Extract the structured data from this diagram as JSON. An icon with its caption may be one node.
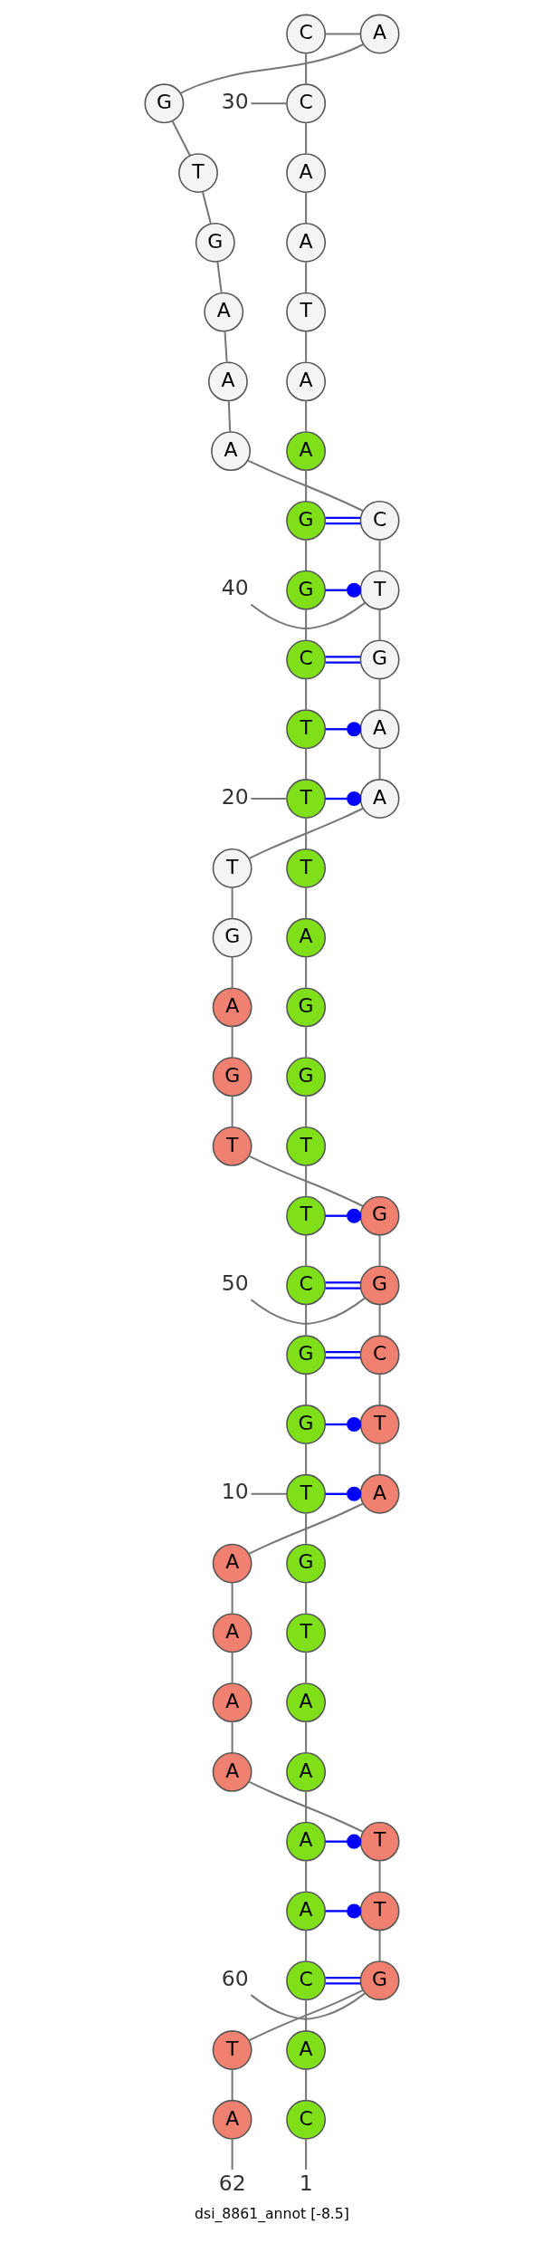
{
  "diagram": {
    "caption": "dsi_8861_annot [-8.5]",
    "nodes": [
      {
        "text": [
          "C"
        ]
      },
      {
        "text": [
          "A"
        ]
      },
      {
        "text": [
          "C"
        ]
      },
      {
        "text": [
          "A"
        ]
      },
      {
        "text": [
          "A"
        ]
      },
      {
        "text": [
          "A"
        ]
      },
      {
        "text": [
          "A"
        ]
      },
      {
        "text": [
          "T"
        ]
      },
      {
        "text": [
          "G"
        ]
      },
      {
        "text": [
          "T"
        ]
      },
      {
        "text": [
          "G"
        ]
      },
      {
        "text": [
          "G"
        ]
      },
      {
        "text": [
          "C"
        ]
      },
      {
        "text": [
          "T"
        ]
      },
      {
        "text": [
          "T"
        ]
      },
      {
        "text": [
          "G"
        ]
      },
      {
        "text": [
          "G"
        ]
      },
      {
        "text": [
          "A"
        ]
      },
      {
        "text": [
          "T"
        ]
      },
      {
        "text": [
          "T"
        ]
      },
      {
        "text": [
          "T"
        ]
      },
      {
        "text": [
          "C"
        ]
      },
      {
        "text": [
          "G"
        ]
      },
      {
        "text": [
          "G"
        ]
      },
      {
        "text": [
          "A"
        ]
      },
      {
        "text": [
          "A"
        ]
      },
      {
        "text": [
          "T"
        ]
      },
      {
        "text": [
          "A"
        ]
      },
      {
        "text": [
          "A"
        ]
      },
      {
        "text": [
          "C"
        ]
      },
      {
        "text": [
          "C"
        ]
      },
      {
        "text": [
          "A"
        ]
      },
      {
        "text": [
          "G"
        ]
      },
      {
        "text": [
          "T"
        ]
      },
      {
        "text": [
          "G"
        ]
      },
      {
        "text": [
          "A"
        ]
      },
      {
        "text": [
          "A"
        ]
      },
      {
        "text": [
          "A"
        ]
      },
      {
        "text": [
          "C"
        ]
      },
      {
        "text": [
          "T"
        ]
      },
      {
        "text": [
          "G"
        ]
      },
      {
        "text": [
          "A"
        ]
      },
      {
        "text": [
          "A"
        ]
      },
      {
        "text": [
          "T"
        ]
      },
      {
        "text": [
          "G"
        ]
      },
      {
        "text": [
          "A"
        ]
      },
      {
        "text": [
          "G"
        ]
      },
      {
        "text": [
          "T"
        ]
      },
      {
        "text": [
          "G"
        ]
      },
      {
        "text": [
          "G"
        ]
      },
      {
        "text": [
          "C"
        ]
      },
      {
        "text": [
          "T"
        ]
      },
      {
        "text": [
          "A"
        ]
      },
      {
        "text": [
          "A"
        ]
      },
      {
        "text": [
          "A"
        ]
      },
      {
        "text": [
          "A"
        ]
      },
      {
        "text": [
          "A"
        ]
      },
      {
        "text": [
          "T"
        ]
      },
      {
        "text": [
          "T"
        ]
      },
      {
        "text": [
          "G"
        ]
      },
      {
        "text": [
          "T"
        ]
      },
      {
        "text": [
          "A"
        ]
      },
      {
        "text": [
          "1"
        ]
      },
      {
        "text": [
          "10"
        ]
      },
      {
        "text": [
          "20"
        ]
      },
      {
        "text": [
          "30"
        ]
      },
      {
        "text": [
          "40"
        ]
      },
      {
        "text": [
          "50"
        ]
      },
      {
        "text": [
          "60"
        ]
      },
      {
        "text": [
          "62"
        ]
      }
    ],
    "edges": [
      {
        "from": 0,
        "to": 1,
        "arrow": "none"
      },
      {
        "from": 1,
        "to": 2,
        "arrow": "none"
      },
      {
        "from": 2,
        "to": 3,
        "arrow": "none"
      },
      {
        "from": 3,
        "to": 4,
        "arrow": "none"
      },
      {
        "from": 4,
        "to": 5,
        "arrow": "none"
      },
      {
        "from": 5,
        "to": 6,
        "arrow": "none"
      },
      {
        "from": 6,
        "to": 7,
        "arrow": "none"
      },
      {
        "from": 7,
        "to": 8,
        "arrow": "none"
      },
      {
        "from": 8,
        "to": 9,
        "arrow": "none"
      },
      {
        "from": 9,
        "to": 10,
        "arrow": "none"
      },
      {
        "from": 10,
        "to": 11,
        "arrow": "none"
      },
      {
        "from": 11,
        "to": 12,
        "arrow": "none"
      },
      {
        "from": 12,
        "to": 13,
        "arrow": "none"
      },
      {
        "from": 13,
        "to": 14,
        "arrow": "none"
      },
      {
        "from": 14,
        "to": 15,
        "arrow": "none"
      },
      {
        "from": 15,
        "to": 16,
        "arrow": "none"
      },
      {
        "from": 16,
        "to": 17,
        "arrow": "none"
      },
      {
        "from": 17,
        "to": 18,
        "arrow": "none"
      },
      {
        "from": 18,
        "to": 19,
        "arrow": "none"
      },
      {
        "from": 19,
        "to": 20,
        "arrow": "none"
      },
      {
        "from": 20,
        "to": 21,
        "arrow": "none"
      },
      {
        "from": 21,
        "to": 22,
        "arrow": "none"
      },
      {
        "from": 22,
        "to": 23,
        "arrow": "none"
      },
      {
        "from": 23,
        "to": 24,
        "arrow": "none"
      },
      {
        "from": 24,
        "to": 25,
        "arrow": "none"
      },
      {
        "from": 25,
        "to": 26,
        "arrow": "none"
      },
      {
        "from": 26,
        "to": 27,
        "arrow": "none"
      },
      {
        "from": 27,
        "to": 28,
        "arrow": "none"
      },
      {
        "from": 28,
        "to": 29,
        "arrow": "none"
      },
      {
        "from": 29,
        "to": 30,
        "arrow": "none"
      },
      {
        "from": 30,
        "to": 31,
        "arrow": "none"
      },
      {
        "from": 31,
        "to": 32,
        "arrow": "none"
      },
      {
        "from": 32,
        "to": 33,
        "arrow": "none"
      },
      {
        "from": 33,
        "to": 34,
        "arrow": "none"
      },
      {
        "from": 34,
        "to": 35,
        "arrow": "none"
      },
      {
        "from": 35,
        "to": 36,
        "arrow": "none"
      },
      {
        "from": 36,
        "to": 37,
        "arrow": "none"
      },
      {
        "from": 37,
        "to": 38,
        "arrow": "none"
      },
      {
        "from": 38,
        "to": 39,
        "arrow": "none"
      },
      {
        "from": 39,
        "to": 40,
        "arrow": "none"
      },
      {
        "from": 40,
        "to": 41,
        "arrow": "none"
      },
      {
        "from": 41,
        "to": 42,
        "arrow": "none"
      },
      {
        "from": 42,
        "to": 43,
        "arrow": "none"
      },
      {
        "from": 43,
        "to": 44,
        "arrow": "none"
      },
      {
        "from": 44,
        "to": 45,
        "arrow": "none"
      },
      {
        "from": 45,
        "to": 46,
        "arrow": "none"
      },
      {
        "from": 46,
        "to": 47,
        "arrow": "none"
      },
      {
        "from": 47,
        "to": 48,
        "arrow": "none"
      },
      {
        "from": 48,
        "to": 49,
        "arrow": "none"
      },
      {
        "from": 49,
        "to": 50,
        "arrow": "none"
      },
      {
        "from": 50,
        "to": 51,
        "arrow": "none"
      },
      {
        "from": 51,
        "to": 52,
        "arrow": "none"
      },
      {
        "from": 52,
        "to": 53,
        "arrow": "none"
      },
      {
        "from": 53,
        "to": 54,
        "arrow": "none"
      },
      {
        "from": 54,
        "to": 55,
        "arrow": "none"
      },
      {
        "from": 55,
        "to": 56,
        "arrow": "none"
      },
      {
        "from": 56,
        "to": 57,
        "arrow": "none"
      },
      {
        "from": 57,
        "to": 58,
        "arrow": "none"
      },
      {
        "from": 58,
        "to": 59,
        "arrow": "none"
      },
      {
        "from": 59,
        "to": 60,
        "arrow": "none"
      },
      {
        "from": 60,
        "to": 61,
        "arrow": "none"
      },
      {
        "from": 2,
        "to": 59,
        "arrow": "none",
        "color": "#0000ff"
      },
      {
        "from": 3,
        "to": 58,
        "arrow": "other",
        "color": "#0000ff"
      },
      {
        "from": 4,
        "to": 57,
        "arrow": "other",
        "color": "#0000ff"
      },
      {
        "from": 9,
        "to": 52,
        "arrow": "other",
        "color": "#0000ff"
      },
      {
        "from": 10,
        "to": 51,
        "arrow": "other",
        "color": "#0000ff"
      },
      {
        "from": 11,
        "to": 50,
        "arrow": "none",
        "color": "#0000ff"
      },
      {
        "from": 12,
        "to": 49,
        "arrow": "none",
        "color": "#0000ff"
      },
      {
        "from": 13,
        "to": 48,
        "arrow": "other",
        "color": "#0000ff"
      },
      {
        "from": 19,
        "to": 42,
        "arrow": "other",
        "color": "#0000ff"
      },
      {
        "from": 20,
        "to": 41,
        "arrow": "other",
        "color": "#0000ff"
      },
      {
        "from": 21,
        "to": 40,
        "arrow": "none",
        "color": "#0000ff"
      },
      {
        "from": 22,
        "to": 39,
        "arrow": "other",
        "color": "#0000ff"
      },
      {
        "from": 23,
        "to": 38,
        "arrow": "none",
        "color": "#0000ff"
      },
      {
        "from": 62,
        "to": 0,
        "arrow": "none"
      },
      {
        "from": 63,
        "to": 9,
        "arrow": "none"
      },
      {
        "from": 64,
        "to": 19,
        "arrow": "none"
      },
      {
        "from": 65,
        "to": 29,
        "arrow": "none"
      },
      {
        "from": 66,
        "to": 39,
        "arrow": "none"
      },
      {
        "from": 67,
        "to": 49,
        "arrow": "none"
      },
      {
        "from": 68,
        "to": 59,
        "arrow": "none"
      },
      {
        "from": 69,
        "to": 61,
        "arrow": "none"
      }
    ]
  }
}
